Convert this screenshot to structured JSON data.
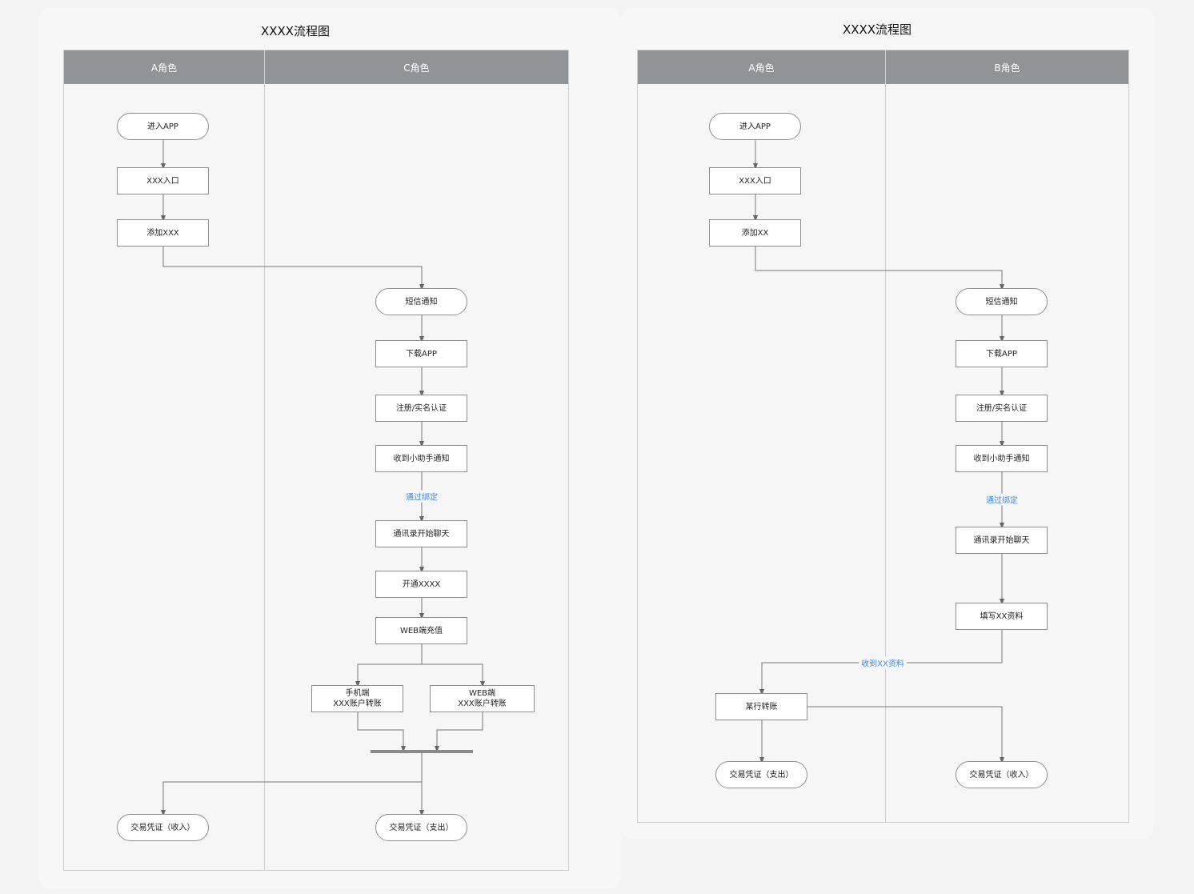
{
  "diagrams": [
    {
      "title": "XXXX流程图",
      "lanes": [
        "A角色",
        "C角色"
      ],
      "nodes": {
        "enter_app": "进入APP",
        "xxx_entry": "XXX入口",
        "add_xxx": "添加XXX",
        "sms_notice": "短信通知",
        "download_app": "下载APP",
        "register": "注册/实名认证",
        "assistant_notice": "收到小助手通知",
        "contacts_chat": "通讯录开始聊天",
        "open_xxxx": "开通XXXX",
        "web_recharge": "WEB端充值",
        "mobile_transfer": "手机端\nXXX账户转账",
        "web_transfer": "WEB端\nXXX账户转账",
        "receipt_income": "交易凭证（收入）",
        "receipt_expense": "交易凭证（支出）"
      },
      "edge_labels": {
        "bind": "通过绑定"
      }
    },
    {
      "title": "XXXX流程图",
      "lanes": [
        "A角色",
        "B角色"
      ],
      "nodes": {
        "enter_app": "进入APP",
        "xxx_entry": "XXX入口",
        "add_xx": "添加XX",
        "sms_notice": "短信通知",
        "download_app": "下载APP",
        "register": "注册/实名认证",
        "assistant_notice": "收到小助手通知",
        "contacts_chat": "通讯录开始聊天",
        "fill_info": "填写XX资料",
        "bank_transfer": "某行转账",
        "receipt_expense": "交易凭证（支出）",
        "receipt_income": "交易凭证（收入）"
      },
      "edge_labels": {
        "bind": "通过绑定",
        "received_info": "收到XX资料"
      }
    }
  ]
}
